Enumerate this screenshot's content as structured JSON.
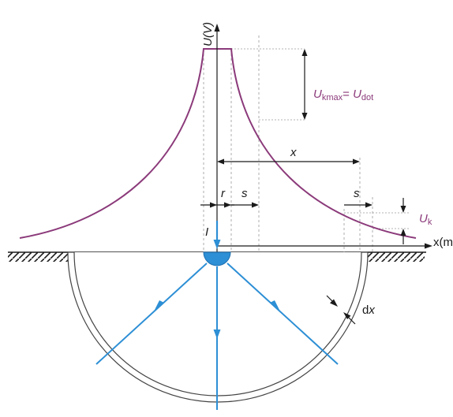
{
  "labels": {
    "y_axis": "U(V)",
    "x_axis": "x(m",
    "u_k_max_main": "U",
    "u_k_max_sub": "kmax",
    "equals": "= ",
    "u_dot_main": "U",
    "u_dot_sub": "dot",
    "x_dim": "x",
    "r_dim": "r",
    "s_dim_left": "s",
    "s_dim_right": "s",
    "u_k_main": "U",
    "u_k_sub": "k",
    "current": "I",
    "dx": "d",
    "dx_var": "x"
  },
  "colors": {
    "curve": "#8b3a7a",
    "current": "#2d8fd5",
    "ink": "#1a1a1a",
    "guide": "#9a9a9a"
  }
}
